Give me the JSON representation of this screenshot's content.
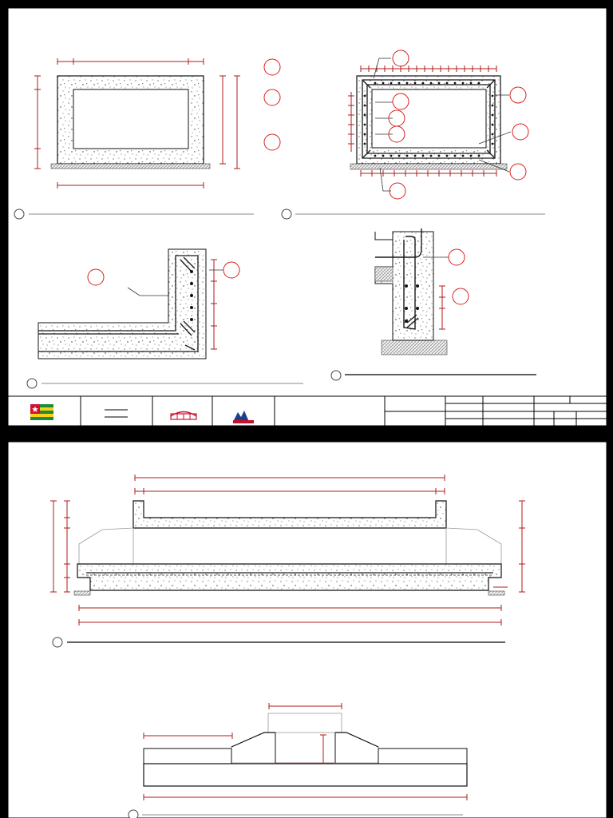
{
  "document": {
    "sheets": [
      {
        "name": "sheet-1",
        "title": "",
        "views": [
          "section-view-a",
          "section-view-b",
          "detail-view-c",
          "detail-view-d"
        ],
        "title_block": {
          "flag": "togo-flag",
          "logos": [
            "ltp-logo",
            "company-logo"
          ],
          "text_fields": []
        }
      },
      {
        "name": "sheet-2",
        "title": "",
        "views": [
          "longitudinal-section",
          "cross-section"
        ]
      }
    ],
    "colors": {
      "dimension": "#b01818",
      "outline": "#111111",
      "paper": "#ffffff",
      "hatch": "#888888",
      "rebar": "#1a1a1a",
      "flag_green": "#1f8a3b",
      "flag_yellow": "#f7d116",
      "flag_red": "#d21034",
      "logo_red": "#c8102e",
      "logo_blue": "#1d3f8a"
    },
    "icons": [
      "togo-flag",
      "ltp-logo",
      "company-logo",
      "callout-circle",
      "view-marker-circle"
    ]
  }
}
